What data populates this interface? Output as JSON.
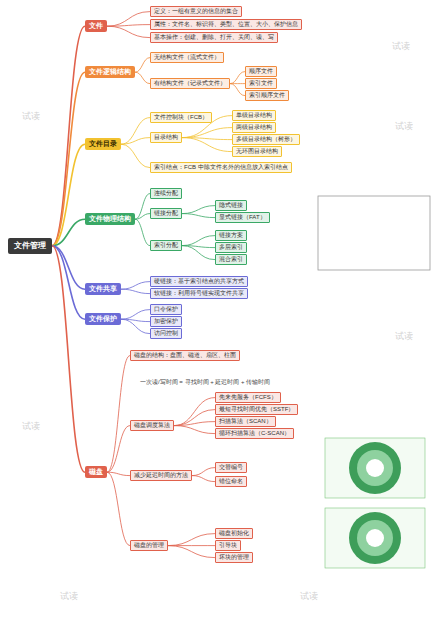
{
  "diagram": {
    "nodes": [
      {
        "text": [
          "文件管理"
        ]
      },
      {
        "text": [
          "文件"
        ]
      },
      {
        "text": [
          "定义：一组有意义的信息的集合"
        ]
      },
      {
        "text": [
          "属性：文件名、标识符、类型、位置、大小、保护信息"
        ]
      },
      {
        "text": [
          "基本操作：创建、删除、打开、关闭、读、写"
        ]
      },
      {
        "text": [
          "文件逻辑结构"
        ]
      },
      {
        "text": [
          "无结构文件（流式文件）"
        ]
      },
      {
        "text": [
          "有结构文件（记录式文件）"
        ]
      },
      {
        "text": [
          "顺序文件"
        ]
      },
      {
        "text": [
          "索引文件"
        ]
      },
      {
        "text": [
          "索引顺序文件"
        ]
      },
      {
        "text": [
          "文件目录"
        ]
      },
      {
        "text": [
          "文件控制块（FCB）"
        ]
      },
      {
        "text": [
          "目录结构"
        ]
      },
      {
        "text": [
          "单级目录结构"
        ]
      },
      {
        "text": [
          "两级目录结构"
        ]
      },
      {
        "text": [
          "多级目录结构（树形）"
        ]
      },
      {
        "text": [
          "无环图目录结构"
        ]
      },
      {
        "text": [
          "索引结点：FCB 中除文件名外的信息放入索引结点"
        ]
      },
      {
        "text": [
          "文件物理结构"
        ]
      },
      {
        "text": [
          "连续分配"
        ]
      },
      {
        "text": [
          "链接分配"
        ]
      },
      {
        "text": [
          "索引分配"
        ]
      },
      {
        "text": [
          "隐式链接"
        ]
      },
      {
        "text": [
          "显式链接（FAT）"
        ]
      },
      {
        "text": [
          "链接方案"
        ]
      },
      {
        "text": [
          "多层索引"
        ]
      },
      {
        "text": [
          "混合索引"
        ]
      },
      {
        "text": [
          "文件共享"
        ]
      },
      {
        "text": [
          "硬链接：基于索引结点的共享方式"
        ]
      },
      {
        "text": [
          "软链接：利用符号链实现文件共享"
        ]
      },
      {
        "text": [
          "文件保护"
        ]
      },
      {
        "text": [
          "口令保护"
        ]
      },
      {
        "text": [
          "加密保护"
        ]
      },
      {
        "text": [
          "访问控制"
        ]
      },
      {
        "text": [
          "磁盘"
        ]
      },
      {
        "text": [
          "磁盘的结构：盘面、磁道、扇区、柱面"
        ]
      },
      {
        "text": [
          "磁盘调度算法"
        ]
      },
      {
        "text": [
          "先来先服务（FCFS）"
        ]
      },
      {
        "text": [
          "最短寻找时间优先（SSTF）"
        ]
      },
      {
        "text": [
          "扫描算法（SCAN）"
        ]
      },
      {
        "text": [
          "循环扫描算法（C-SCAN）"
        ]
      },
      {
        "text": [
          "减少延迟时间的方法"
        ]
      },
      {
        "text": [
          "交替编号"
        ]
      },
      {
        "text": [
          "错位命名"
        ]
      },
      {
        "text": [
          "磁盘的管理"
        ]
      },
      {
        "text": [
          "磁盘初始化"
        ]
      },
      {
        "text": [
          "引导块"
        ]
      },
      {
        "text": [
          "坏块的管理"
        ]
      }
    ],
    "edges": [
      {
        "from": 0,
        "to": 1,
        "arrow": "none"
      },
      {
        "from": 1,
        "to": 2,
        "arrow": "none"
      },
      {
        "from": 1,
        "to": 3,
        "arrow": "none"
      },
      {
        "from": 1,
        "to": 4,
        "arrow": "none"
      },
      {
        "from": 0,
        "to": 5,
        "arrow": "none"
      },
      {
        "from": 5,
        "to": 6,
        "arrow": "none"
      },
      {
        "from": 5,
        "to": 7,
        "arrow": "none"
      },
      {
        "from": 7,
        "to": 8,
        "arrow": "none"
      },
      {
        "from": 7,
        "to": 9,
        "arrow": "none"
      },
      {
        "from": 7,
        "to": 10,
        "arrow": "none"
      },
      {
        "from": 0,
        "to": 11,
        "arrow": "none"
      },
      {
        "from": 11,
        "to": 12,
        "arrow": "none"
      },
      {
        "from": 11,
        "to": 13,
        "arrow": "none"
      },
      {
        "from": 13,
        "to": 14,
        "arrow": "none"
      },
      {
        "from": 13,
        "to": 15,
        "arrow": "none"
      },
      {
        "from": 13,
        "to": 16,
        "arrow": "none"
      },
      {
        "from": 13,
        "to": 17,
        "arrow": "none"
      },
      {
        "from": 11,
        "to": 18,
        "arrow": "none"
      },
      {
        "from": 0,
        "to": 19,
        "arrow": "none"
      },
      {
        "from": 19,
        "to": 20,
        "arrow": "none"
      },
      {
        "from": 19,
        "to": 21,
        "arrow": "none"
      },
      {
        "from": 19,
        "to": 22,
        "arrow": "none"
      },
      {
        "from": 21,
        "to": 23,
        "arrow": "none"
      },
      {
        "from": 21,
        "to": 24,
        "arrow": "none"
      },
      {
        "from": 22,
        "to": 25,
        "arrow": "none"
      },
      {
        "from": 22,
        "to": 26,
        "arrow": "none"
      },
      {
        "from": 22,
        "to": 27,
        "arrow": "none"
      },
      {
        "from": 0,
        "to": 28,
        "arrow": "none"
      },
      {
        "from": 28,
        "to": 29,
        "arrow": "none"
      },
      {
        "from": 28,
        "to": 30,
        "arrow": "none"
      },
      {
        "from": 0,
        "to": 31,
        "arrow": "none"
      },
      {
        "from": 31,
        "to": 32,
        "arrow": "none"
      },
      {
        "from": 31,
        "to": 33,
        "arrow": "none"
      },
      {
        "from": 31,
        "to": 34,
        "arrow": "none"
      },
      {
        "from": 0,
        "to": 35,
        "arrow": "none"
      },
      {
        "from": 35,
        "to": 36,
        "arrow": "none"
      },
      {
        "from": 35,
        "to": 37,
        "arrow": "none"
      },
      {
        "from": 37,
        "to": 38,
        "arrow": "none"
      },
      {
        "from": 37,
        "to": 39,
        "arrow": "none"
      },
      {
        "from": 37,
        "to": 40,
        "arrow": "none"
      },
      {
        "from": 37,
        "to": 41,
        "arrow": "none"
      },
      {
        "from": 35,
        "to": 42,
        "arrow": "none"
      },
      {
        "from": 42,
        "to": 43,
        "arrow": "none"
      },
      {
        "from": 42,
        "to": 44,
        "arrow": "none"
      },
      {
        "from": 35,
        "to": 45,
        "arrow": "none"
      },
      {
        "from": 45,
        "to": 46,
        "arrow": "none"
      },
      {
        "from": 45,
        "to": 47,
        "arrow": "none"
      },
      {
        "from": 45,
        "to": 48,
        "arrow": "none"
      }
    ],
    "labels": [
      "一次读/写时间 = 寻找时间 + 延迟时间 + 传输时间",
      "试读",
      "试读",
      "试读",
      "试读",
      "试读",
      "试读",
      "试读"
    ]
  }
}
